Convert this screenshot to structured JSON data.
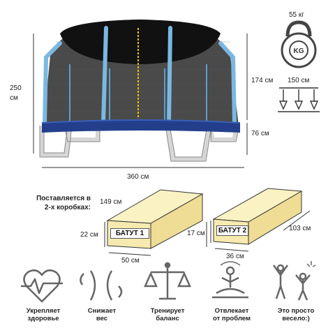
{
  "trampoline": {
    "height_total": "250\nсм",
    "height_net": "174 см",
    "height_leg": "76 см",
    "width": "360 см"
  },
  "weight": {
    "label": "55 кг",
    "kettlebell_text": "KG",
    "icon": "kettlebell-icon"
  },
  "load": {
    "label": "150 см",
    "icon": "load-arrows-icon"
  },
  "delivery": {
    "heading": "Поставляется в\n2-х коробках:",
    "box1": {
      "name": "БАТУТ 1",
      "length": "149 см",
      "height": "22 см",
      "width": "50 см"
    },
    "box2": {
      "name": "БАТУТ 2",
      "length": "103 см",
      "height": "17 см",
      "width": "36 см"
    }
  },
  "colors": {
    "frame_blue": "#7ab8e0",
    "mat_blue": "#233f8c",
    "box_fill": "#f6eab0",
    "leg_gray": "#d6d6d6"
  },
  "benefits": [
    {
      "icon": "heart-pulse-icon",
      "label": "Укрепляет\nздоровье"
    },
    {
      "icon": "waist-icon",
      "label": "Снижает\nвес"
    },
    {
      "icon": "balance-scale-icon",
      "label": "Тренирует\nбаланс"
    },
    {
      "icon": "meditation-icon",
      "label": "Отвлекает\nот проблем"
    },
    {
      "icon": "jumping-people-icon",
      "label": "Это просто\nвесело:)"
    }
  ]
}
